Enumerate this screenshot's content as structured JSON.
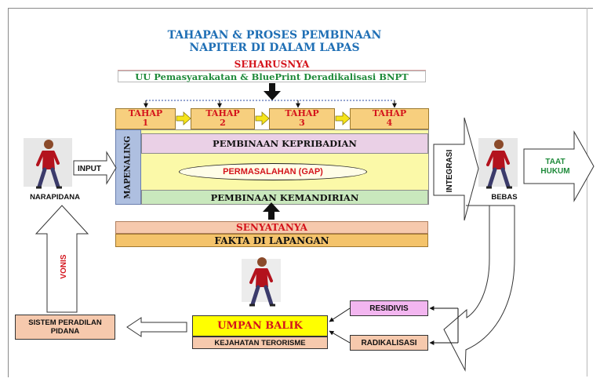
{
  "title": {
    "line1": "TAHAPAN & PROSES PEMBINAAN",
    "line2": "NAPITER DI DALAM LAPAS"
  },
  "ideal": {
    "heading": "SEHARUSNYA",
    "text": "UU Pemasyarakatan & BluePrint Deradikalisasi BNPT"
  },
  "stages": [
    {
      "label": "TAHAP",
      "num": "1"
    },
    {
      "label": "TAHAP",
      "num": "2"
    },
    {
      "label": "TAHAP",
      "num": "3"
    },
    {
      "label": "TAHAP",
      "num": "4"
    }
  ],
  "mapenaling": "MAPENALING",
  "bands": {
    "personality": "PEMBINAAN KEPRIBADIAN",
    "gap": "PERMASALAHAN (GAP)",
    "independence": "PEMBINAAN KEMANDIRIAN"
  },
  "reality": {
    "heading": "SENYATANYA",
    "text": "FAKTA DI LAPANGAN"
  },
  "left": {
    "input": "INPUT",
    "person_label": "NARAPIDANA",
    "vonis": "VONIS"
  },
  "right": {
    "integrasi": "INTEGRASI",
    "person_label": "BEBAS",
    "outcome_line1": "TAAT",
    "outcome_line2": "HUKUM"
  },
  "feedback": {
    "umpan_balik": "UMPAN BALIK",
    "kejahatan": "KEJAHATAN TERORISME",
    "residivis": "RESIDIVIS",
    "radikalisasi": "RADIKALISASI",
    "system_line1": "SISTEM PERADILAN",
    "system_line2": "PIDANA"
  },
  "colors": {
    "title_blue": "#1f6fb5",
    "red_text": "#d4141c",
    "green_text": "#1e8a3a",
    "stage_fill": "#f7cf7e",
    "personality_fill": "#ead0e6",
    "gap_fill": "#fbf9a8",
    "independence_fill": "#c9e8bd",
    "mapenaling_fill": "#aebfe0",
    "umpan_fill": "#ffff00",
    "residivis_fill": "#f3b6f0",
    "salmon_fill": "#f6c9ad"
  }
}
